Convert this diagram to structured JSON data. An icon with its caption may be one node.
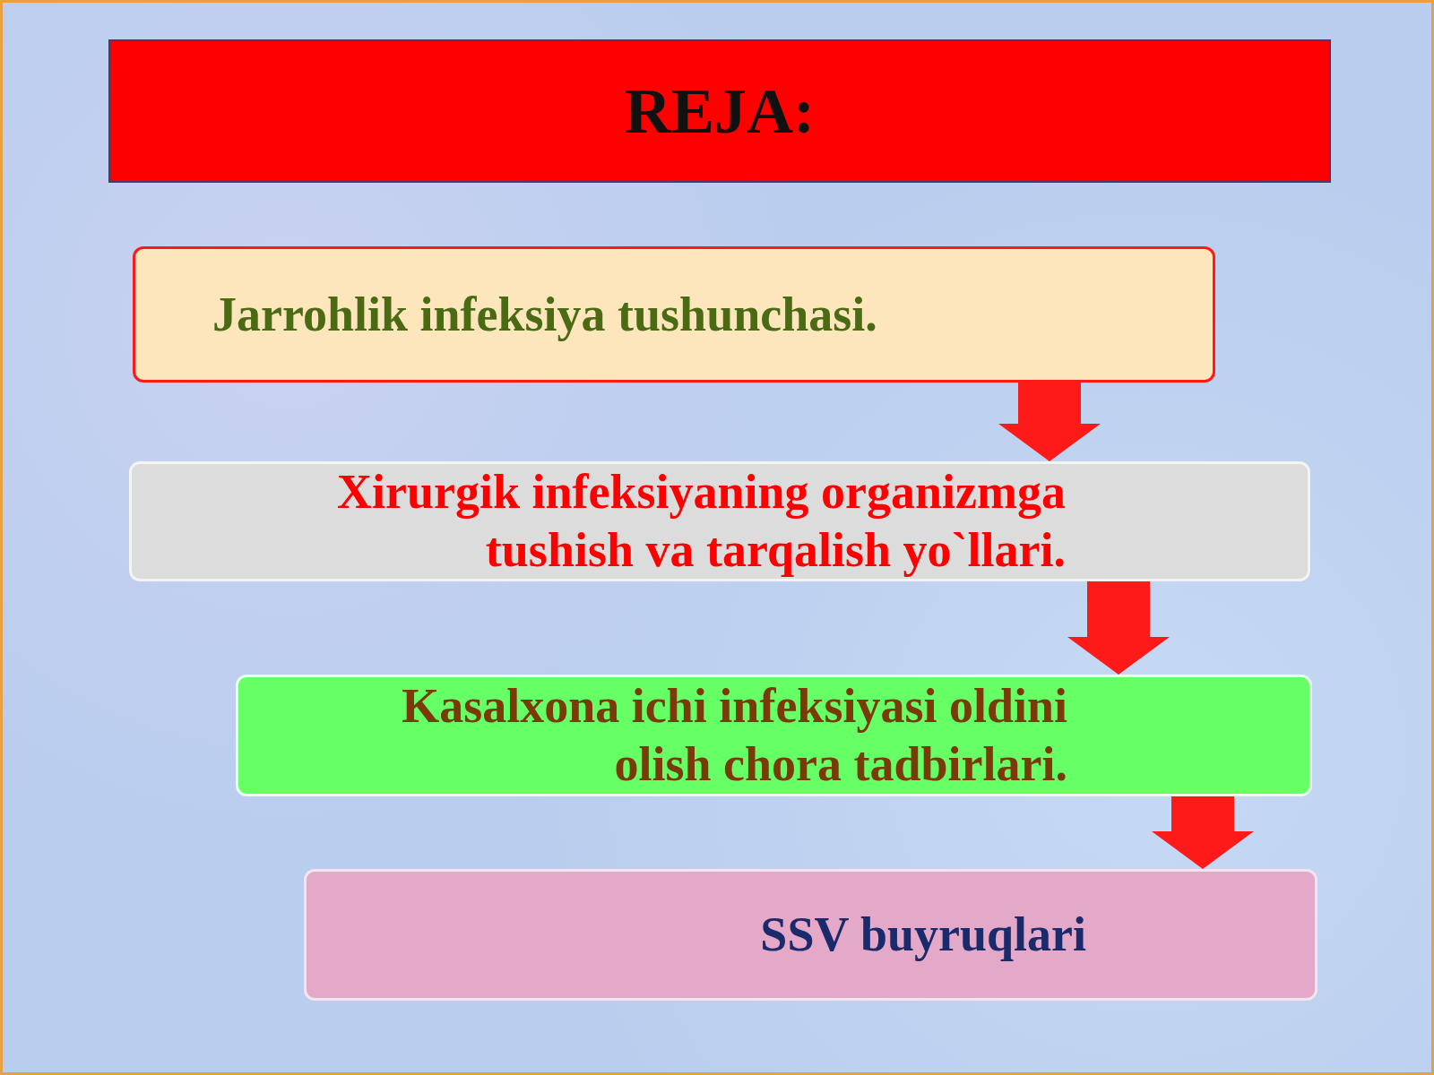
{
  "diagram": {
    "title": "REJA:",
    "nodes": [
      {
        "text": [
          "Jarrohlik infeksiya tushunchasi."
        ]
      },
      {
        "text": [
          "Xirurgik infeksiyaning organizmga tushish va  tarqalish yo`llari."
        ]
      },
      {
        "text": [
          "Kasalxona ichi infeksiyasi oldini olish chora tadbirlari."
        ]
      },
      {
        "text": [
          "SSV buyruqlari"
        ]
      }
    ],
    "edges": [
      {
        "from": 0,
        "to": 1,
        "arrow": "to"
      },
      {
        "from": 1,
        "to": 2,
        "arrow": "to"
      },
      {
        "from": 2,
        "to": 3,
        "arrow": "to"
      }
    ]
  }
}
